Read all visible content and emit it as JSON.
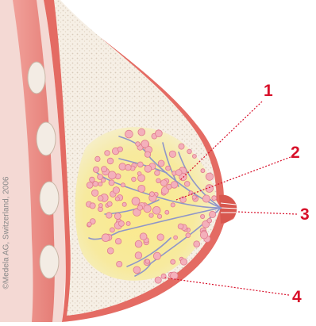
{
  "labels": [
    {
      "id": "1",
      "text": "1"
    },
    {
      "id": "2",
      "text": "2"
    },
    {
      "id": "3",
      "text": "3"
    },
    {
      "id": "4",
      "text": "4"
    }
  ],
  "copyright": "©Medela AG, Switzerland, 2006",
  "colors": {
    "accent": "#d8102a",
    "skin": "#e8746a",
    "fat": "#f4ecdf",
    "gland_core": "#f6e26e",
    "ducts": "#8f96c9",
    "lobules": "#f2a7b3"
  }
}
